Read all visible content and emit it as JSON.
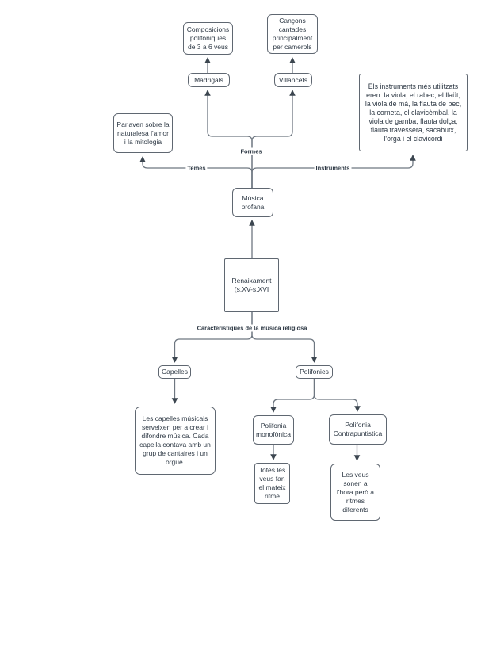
{
  "diagram": {
    "nodes": {
      "composicions": {
        "label": "Composicions polifoniques de 3 a 6 veus"
      },
      "cancons": {
        "label": "Cançons cantades principalment per camerols"
      },
      "madrigals": {
        "label": "Madrigals"
      },
      "villancets": {
        "label": "Villancets"
      },
      "instruments_desc": {
        "label": "Els instruments més utilitzats eren: la viola, el rabec, el llaüt, la viola de mà, la flauta de bec, la corneta, el clavicèmbal, la viola de gamba, flauta dolça, flauta travessera, sacabutx, l'orga i el clavicordi"
      },
      "temes_desc": {
        "label": "Parlaven sobre la naturalesa l'amor i la mitologia"
      },
      "musica_profana": {
        "label": "Música profana"
      },
      "renaixament": {
        "label": "Renaixament (s.XV-s.XVI"
      },
      "capelles": {
        "label": "Capelles"
      },
      "polifonies": {
        "label": "Polifonies"
      },
      "capelles_desc": {
        "label": "Les capelles músicals serveixen per a crear i difondre música. Cada capella contava amb un grup de cantaires i un orgue."
      },
      "polifonia_monofonica": {
        "label": "Polifonia monofònica"
      },
      "polifonia_contrapuntistica": {
        "label": "Polifonia Contrapuntistica"
      },
      "monofonica_desc": {
        "label": "Totes les veus fan el mateix ritme"
      },
      "contrapuntistica_desc": {
        "label": "Les veus sonen a l'hora però a ritmes diferents"
      }
    },
    "edge_labels": {
      "formes": "Formes",
      "temes": "Temes",
      "instruments": "Instruments",
      "caracteristiques": "Característiques de la música religiosa"
    },
    "colors": {
      "background": "#ffffff",
      "node_border": "#5f6771",
      "node_text": "#2d3844",
      "edge_line": "#6e7781",
      "arrowhead": "#3c4650"
    }
  }
}
